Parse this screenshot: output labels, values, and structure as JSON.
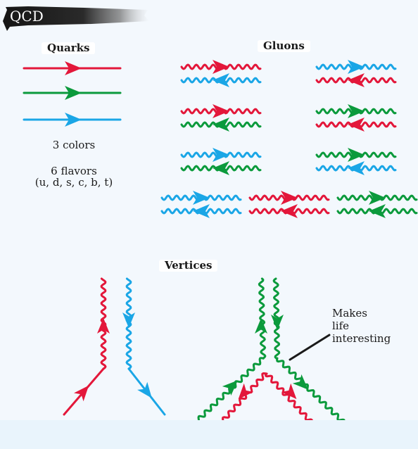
{
  "title": "QCD",
  "quarks": {
    "heading": "Quarks",
    "lines": [
      {
        "color": "red"
      },
      {
        "color": "green"
      },
      {
        "color": "blue"
      }
    ],
    "colors_text": "3 colors",
    "flavors_line1": "6 flavors",
    "flavors_line2": "(u, d, s, c, b, t)"
  },
  "gluons": {
    "heading": "Gluons",
    "pairs": [
      {
        "top": "red",
        "bottom": "blue"
      },
      {
        "top": "blue",
        "bottom": "red"
      },
      {
        "top": "red",
        "bottom": "green"
      },
      {
        "top": "green",
        "bottom": "red"
      },
      {
        "top": "blue",
        "bottom": "green"
      },
      {
        "top": "green",
        "bottom": "blue"
      },
      {
        "top": "blue",
        "bottom": "blue"
      },
      {
        "top": "red",
        "bottom": "red"
      },
      {
        "top": "green",
        "bottom": "green"
      }
    ]
  },
  "vertices": {
    "heading": "Vertices",
    "annotation": [
      "Makes",
      "life",
      "interesting"
    ]
  },
  "colors": {
    "red": "#e3173a",
    "green": "#0b9a3c",
    "blue": "#1aa6e6",
    "title_bg": "#1c1c1c",
    "background": "#f3f8fd"
  }
}
